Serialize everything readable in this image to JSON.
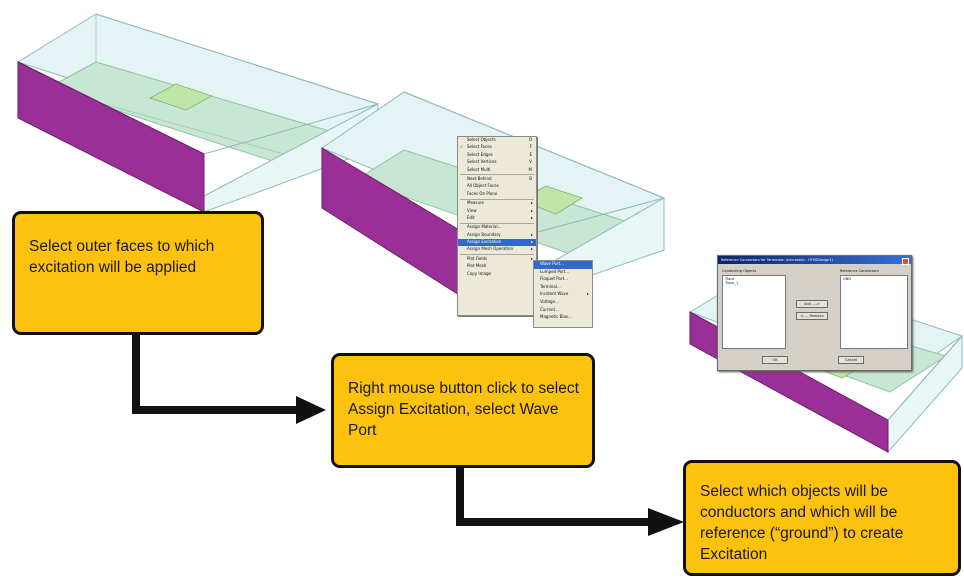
{
  "callouts": {
    "step1": "Select outer faces to which excitation will be applied",
    "step2": "Right mouse button click to select Assign Excitation, select Wave Port",
    "step3": "Select which objects will be conductors and which will be reference (“ground”) to create Excitation"
  },
  "context_menu": {
    "items": [
      {
        "label": "Select Objects",
        "hotkey": "O",
        "check": false
      },
      {
        "label": "Select Faces",
        "hotkey": "F",
        "check": true
      },
      {
        "label": "Select Edges",
        "hotkey": "E",
        "check": false
      },
      {
        "label": "Select Vertices",
        "hotkey": "V",
        "check": false
      },
      {
        "label": "Select Multi",
        "hotkey": "M",
        "check": false
      },
      {
        "label": "Next Behind",
        "hotkey": "B",
        "check": false
      },
      {
        "label": "All Object Faces",
        "hotkey": "",
        "check": false
      },
      {
        "label": "Faces On Plane",
        "hotkey": "",
        "check": false
      },
      {
        "label": "Measure",
        "hotkey": "",
        "submenu": true
      },
      {
        "label": "View",
        "hotkey": "",
        "submenu": true
      },
      {
        "label": "Edit",
        "hotkey": "",
        "submenu": true
      },
      {
        "label": "Assign Material...",
        "hotkey": "",
        "submenu": false
      },
      {
        "label": "Assign Boundary",
        "hotkey": "",
        "submenu": true
      },
      {
        "label": "Assign Excitation",
        "hotkey": "",
        "submenu": true,
        "highlighted": true
      },
      {
        "label": "Assign Mesh Operation",
        "hotkey": "",
        "submenu": true
      },
      {
        "label": "Plot Fields",
        "hotkey": "",
        "submenu": true
      },
      {
        "label": "Plot Mesh",
        "hotkey": "",
        "submenu": false
      },
      {
        "label": "Copy Image",
        "hotkey": "",
        "submenu": false
      }
    ],
    "submenu": [
      {
        "label": "Wave Port...",
        "highlighted": true
      },
      {
        "label": "Lumped Port..."
      },
      {
        "label": "Floquet Port..."
      },
      {
        "label": "Terminal..."
      },
      {
        "label": "Incident Wave",
        "submenu": true
      },
      {
        "label": "Voltage..."
      },
      {
        "label": "Current..."
      },
      {
        "label": "Magnetic Bias..."
      }
    ]
  },
  "dialog": {
    "title": "Reference Conductors for Terminals: (microstrip - HFSSDesign1)",
    "left_header": "Conducting Objects",
    "right_header": "Reference Conductors",
    "left_items": [
      "Trace",
      "Trace_1"
    ],
    "right_items": [
      "GND"
    ],
    "add_button": "Add ---->",
    "remove_button": "<---- Remove",
    "ok_button": "OK",
    "cancel_button": "Cancel"
  },
  "colors": {
    "callout_fill": "#fcc20e",
    "box_side_magenta": "#9a2f97",
    "box_top_glass": "#dff1f2",
    "substrate_green": "#c7e7d4",
    "trace_green": "#bfe6a8",
    "arrow_black": "#111111"
  }
}
